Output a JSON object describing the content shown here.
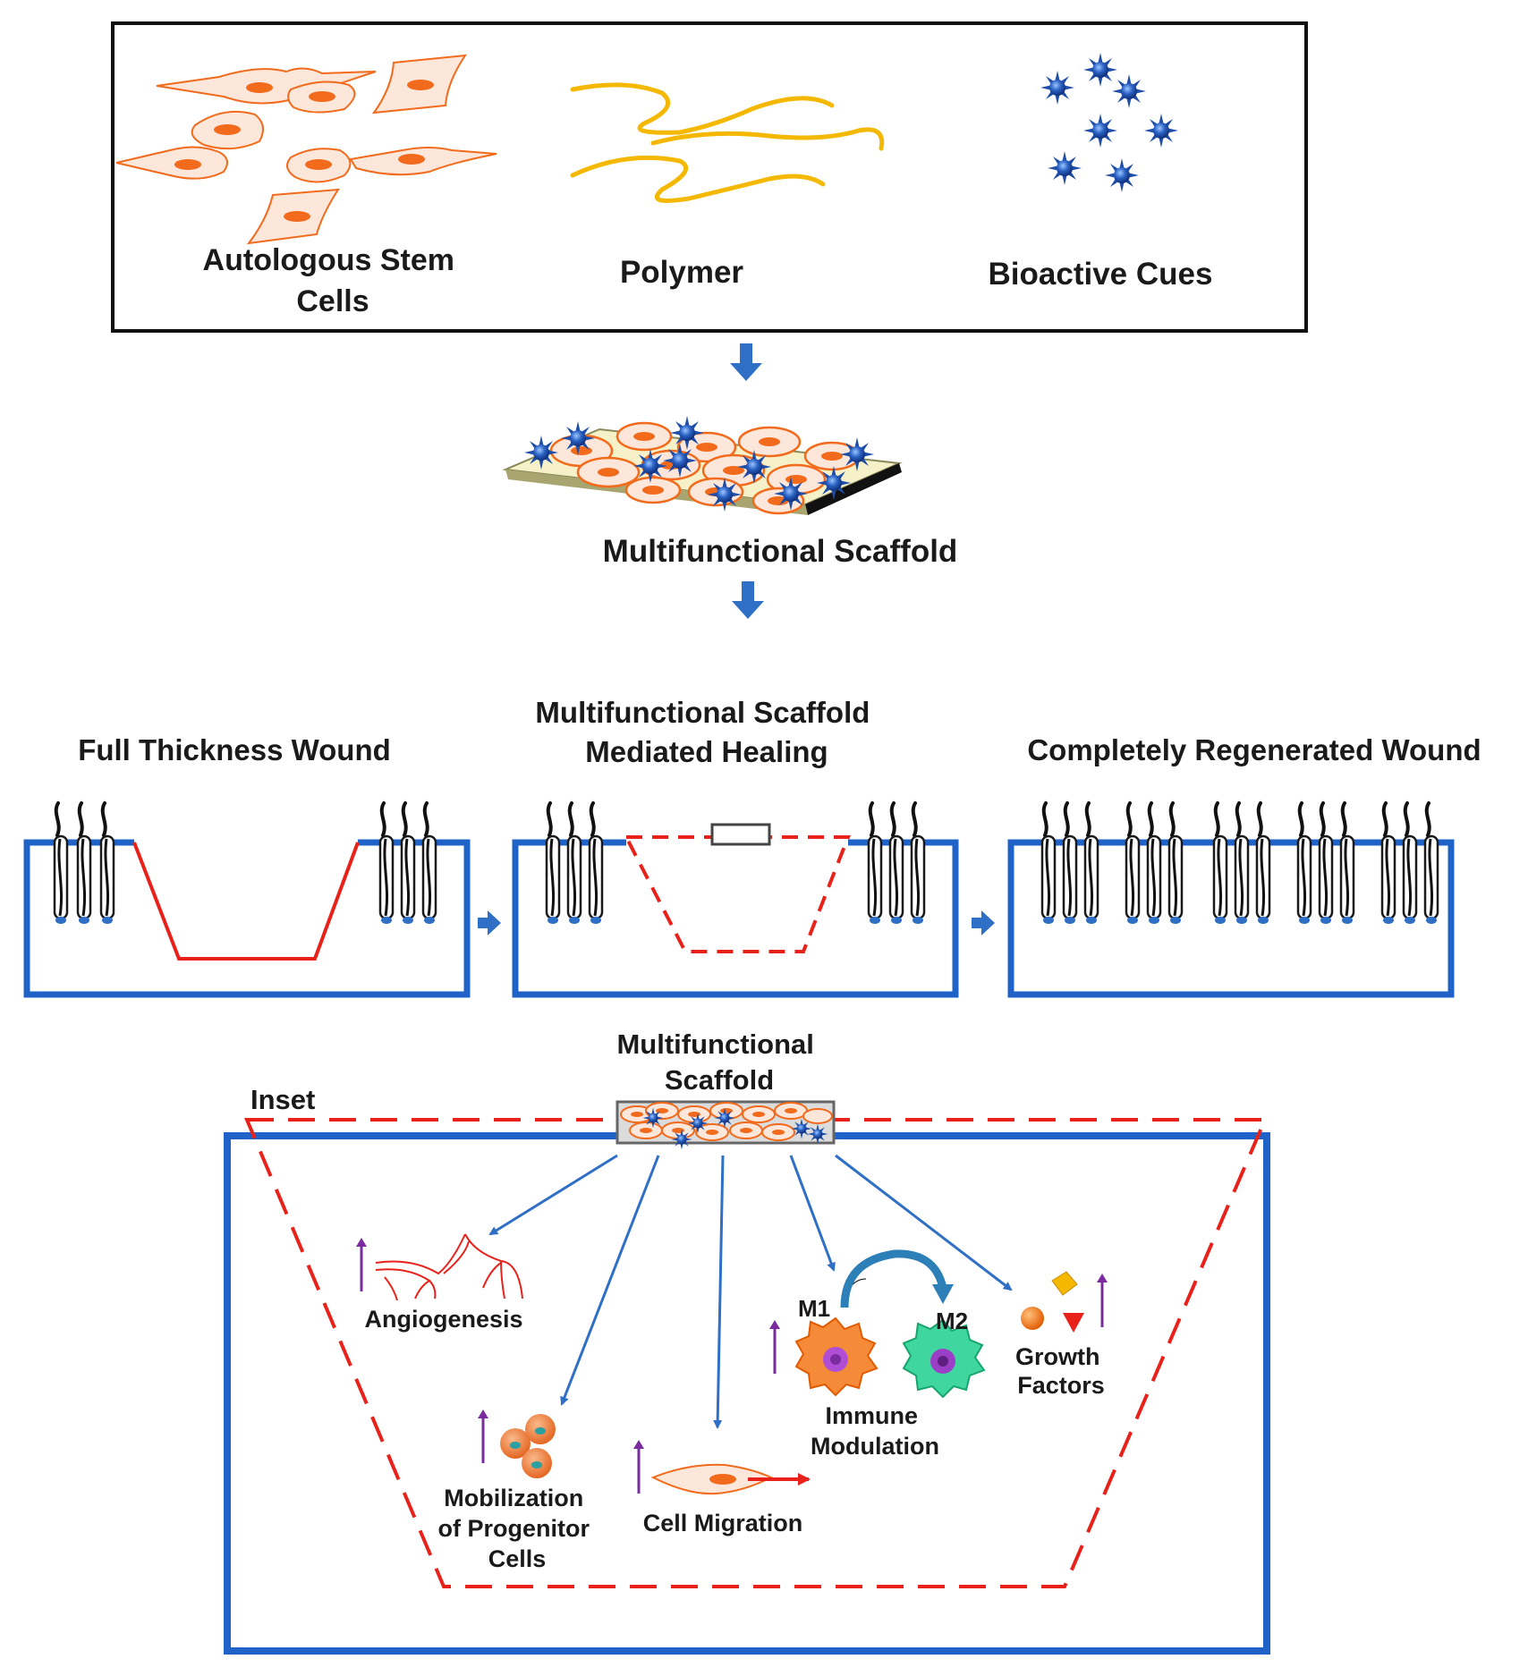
{
  "ingredients": {
    "stem_cells": [
      "Autologous Stem",
      "Cells"
    ],
    "polymer": "Polymer",
    "bioactive": "Bioactive Cues"
  },
  "scaffold_label": "Multifunctional Scaffold",
  "stages": {
    "wound": "Full  Thickness Wound",
    "healing": [
      "Multifunctional  Scaffold",
      "Mediated Healing"
    ],
    "regenerated": "Completely  Regenerated Wound"
  },
  "inset": {
    "label": "Inset",
    "scaffold": [
      "Multifunctional",
      "Scaffold"
    ],
    "effects": {
      "angiogenesis": "Angiogenesis",
      "mobilization": [
        "Mobilization",
        "of Progenitor",
        "Cells"
      ],
      "migration": "Cell Migration",
      "immune": [
        "Immune",
        "Modulation"
      ],
      "m1": "M1",
      "m2": "M2",
      "growth": [
        "Growth",
        "Factors"
      ]
    }
  },
  "colors": {
    "blue_frame": "#1f63c8",
    "arrow_blue": "#2f6fc6",
    "wound_red": "#e8221b",
    "cell_orange": "#f26a1b",
    "polymer_yellow": "#f5b800",
    "cue_blue": "#1f4ea8",
    "purple": "#7a2c9e"
  }
}
